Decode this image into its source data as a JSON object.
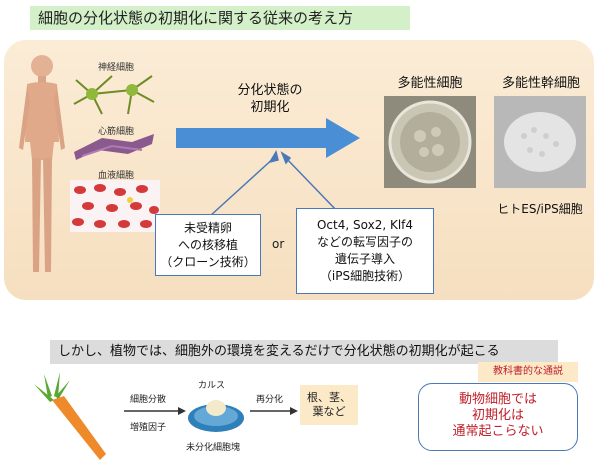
{
  "title": "細胞の分化状態の初期化に関する従来の考え方",
  "cells": {
    "nerve": "神経細胞",
    "muscle": "心筋細胞",
    "blood": "血液細胞"
  },
  "arrow_label": [
    "分化状態の",
    "初期化"
  ],
  "stages": {
    "pluripotent_cell": "多能性細胞",
    "pluripotent_stem_cell": "多能性幹細胞",
    "es_ips": "ヒトES/iPS細胞"
  },
  "methods": {
    "clone": [
      "未受精卵",
      "への核移植",
      "（クローン技術）"
    ],
    "or": "or",
    "ips": [
      "Oct4, Sox2, Klf4",
      "などの転写因子の",
      "遺伝子導入",
      "（iPS細胞技術）"
    ]
  },
  "plant": {
    "headline": "しかし、植物では、細胞外の環境を変えるだけで分化状態の初期化が起こる",
    "callus": "カルス",
    "division": "細胞分散",
    "growth_factor": "増殖因子",
    "redifferentiation": "再分化",
    "undiff_mass": "未分化細胞塊",
    "result": [
      "根、茎、",
      "葉など"
    ]
  },
  "textbook": {
    "tag": "教科書的な通説",
    "lines": [
      "動物細胞では",
      "初期化は",
      "通常起こらない"
    ]
  },
  "colors": {
    "title_bg": "#d3f0c8",
    "panel_bg": "#f6dfc0",
    "arrow": "#4a8fd6",
    "box_border": "#4a78b8",
    "callout_text": "#c0202a"
  }
}
